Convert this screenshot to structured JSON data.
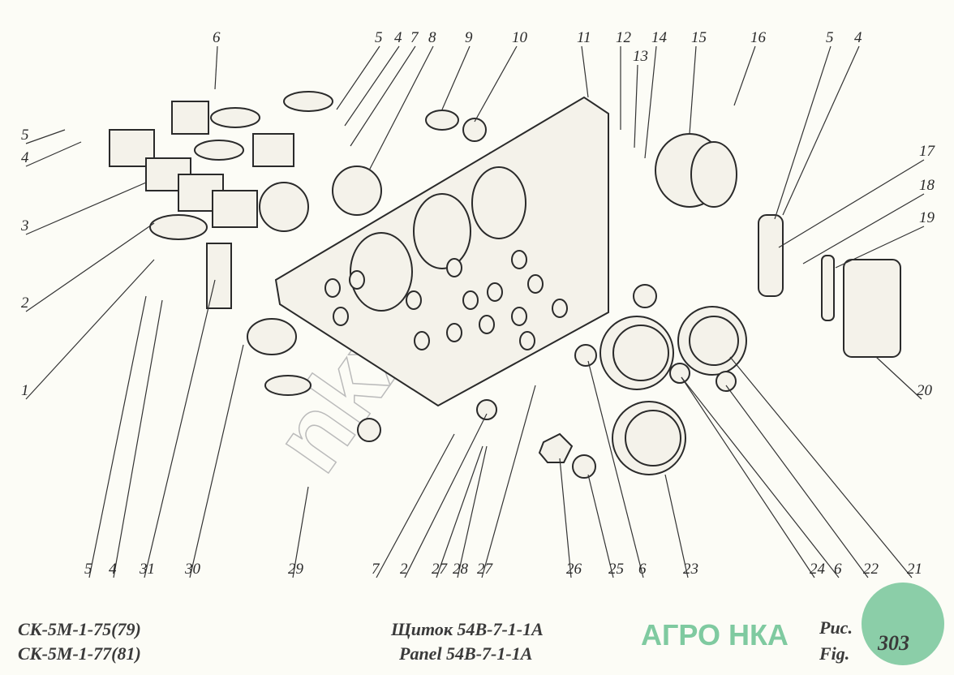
{
  "diagram": {
    "callouts": [
      "6",
      "5",
      "4",
      "7",
      "8",
      "9",
      "10",
      "11",
      "12",
      "13",
      "14",
      "15",
      "16",
      "5",
      "4",
      "5",
      "4",
      "3",
      "2",
      "1",
      "17",
      "18",
      "19",
      "20",
      "5",
      "4",
      "31",
      "30",
      "29",
      "7",
      "2",
      "27",
      "28",
      "27",
      "26",
      "25",
      "6",
      "23",
      "24",
      "6",
      "22",
      "21"
    ],
    "watermark": "nkxa.by"
  },
  "caption": {
    "model_line1": "СК-5М-1-75(79)",
    "model_line2": "СК-5М-1-77(81)",
    "title_ru": "Щиток 54В-7-1-1А",
    "title_en": "Panel 54B-7-1-1A",
    "fig_ru": "Рис.",
    "fig_en": "Fig.",
    "fig_number": "303"
  },
  "logo": {
    "text": "АГРО НКА",
    "color": "#7fcaa0"
  }
}
